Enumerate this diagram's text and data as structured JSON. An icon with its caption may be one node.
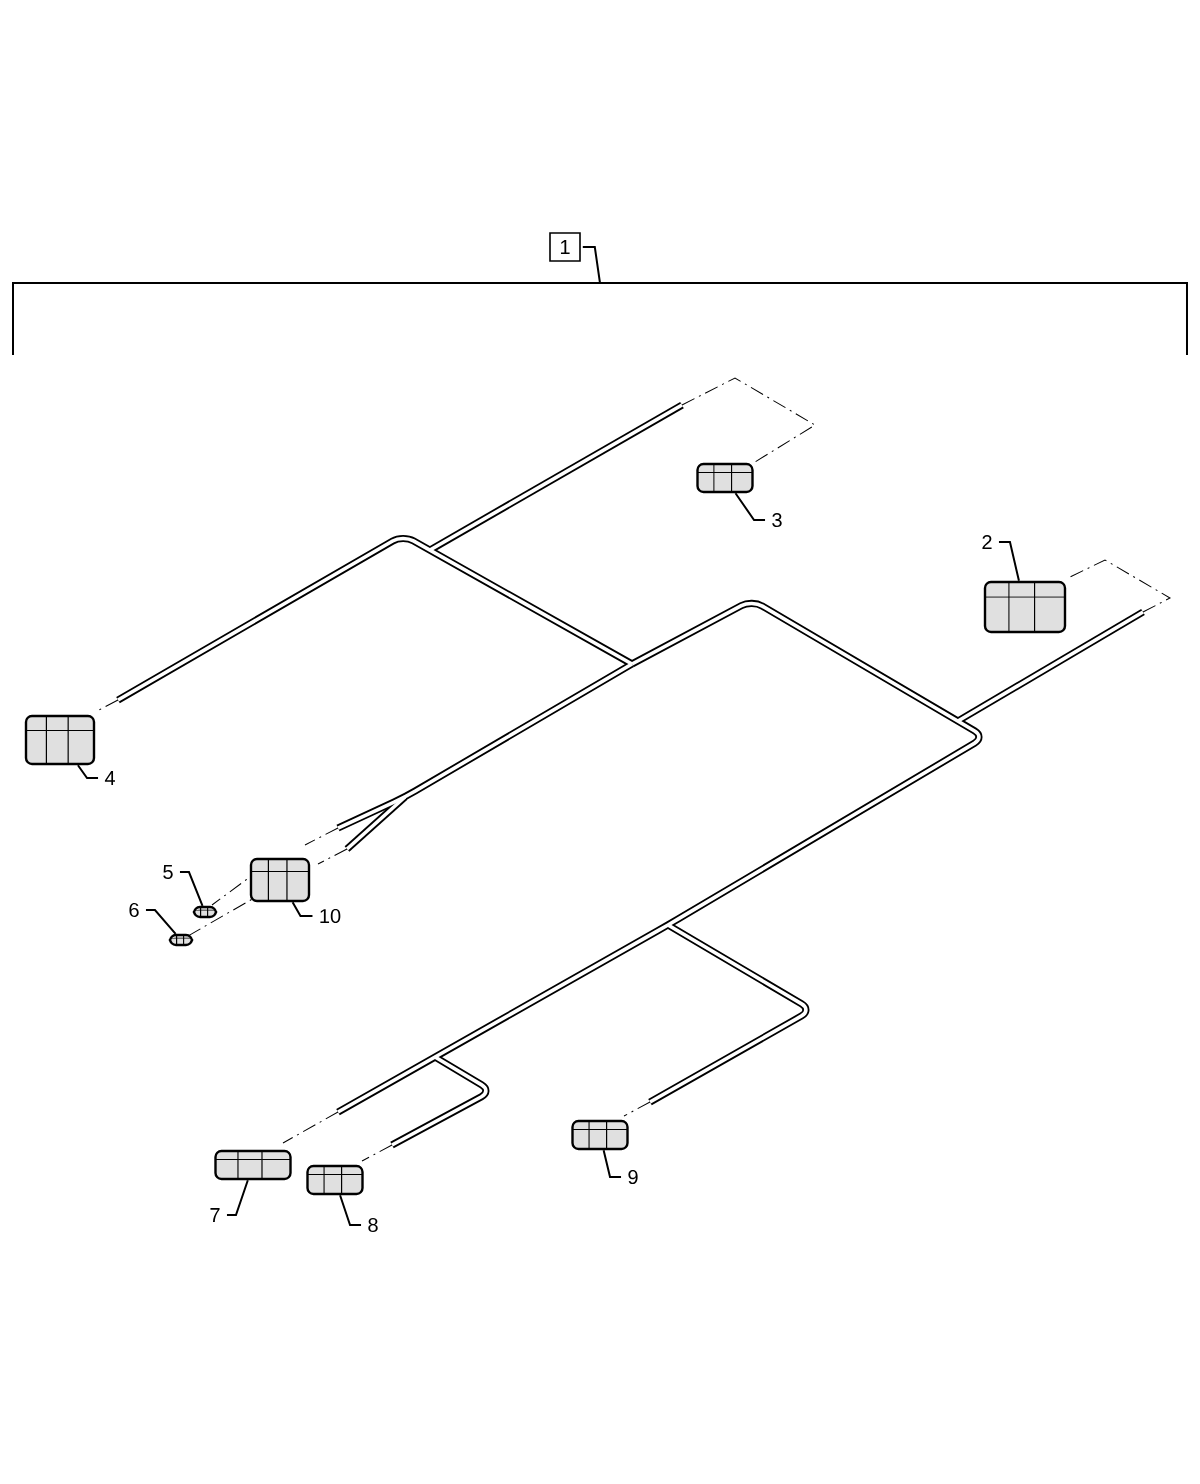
{
  "diagram": {
    "nodes": [
      {
        "text": [
          "1"
        ]
      },
      {
        "text": [
          "2"
        ]
      },
      {
        "text": [
          "3"
        ]
      },
      {
        "text": [
          "4"
        ]
      },
      {
        "text": [
          "5"
        ]
      },
      {
        "text": [
          "6"
        ]
      },
      {
        "text": [
          "7"
        ]
      },
      {
        "text": [
          "8"
        ]
      },
      {
        "text": [
          "9"
        ]
      },
      {
        "text": [
          "10"
        ]
      },
      {
        "text": [],
        "shape": "picture"
      },
      {
        "text": [],
        "shape": "picture"
      },
      {
        "text": [],
        "shape": "picture"
      },
      {
        "text": [],
        "shape": "picture"
      },
      {
        "text": [],
        "shape": "picture"
      },
      {
        "text": [],
        "shape": "picture"
      },
      {
        "text": [],
        "shape": "picture"
      },
      {
        "text": [],
        "shape": "picture"
      },
      {
        "text": [],
        "shape": "picture"
      }
    ],
    "edges": [
      {
        "from": 0,
        "to": null,
        "arrow": "none"
      },
      {
        "from": 1,
        "to": 10,
        "arrow": "none"
      },
      {
        "from": 2,
        "to": 11,
        "arrow": "none"
      },
      {
        "from": 3,
        "to": 12,
        "arrow": "none"
      },
      {
        "from": 4,
        "to": 13,
        "arrow": "none"
      },
      {
        "from": 5,
        "to": 14,
        "arrow": "none"
      },
      {
        "from": 6,
        "to": 15,
        "arrow": "none"
      },
      {
        "from": 7,
        "to": 16,
        "arrow": "none"
      },
      {
        "from": 8,
        "to": 17,
        "arrow": "none"
      },
      {
        "from": 9,
        "to": 18,
        "arrow": "none"
      }
    ]
  }
}
